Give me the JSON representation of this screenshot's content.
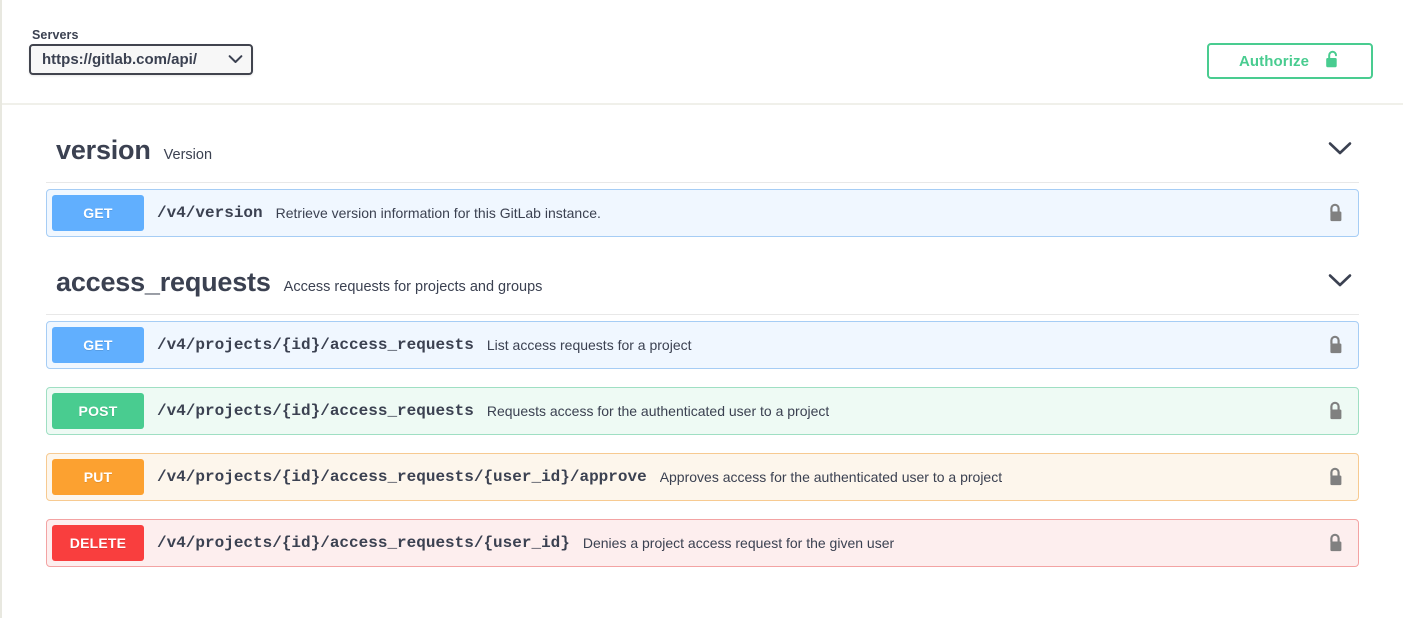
{
  "header": {
    "servers_label": "Servers",
    "server_value": "https://gitlab.com/api/",
    "authorize_label": "Authorize"
  },
  "sections": [
    {
      "name": "version",
      "description": "Version",
      "operations": [
        {
          "method": "GET",
          "path": "/v4/version",
          "summary": "Retrieve version information for this GitLab instance.",
          "method_color": "#61affe",
          "row_background": "#f0f7ff",
          "row_border": "#a6cdf5"
        }
      ]
    },
    {
      "name": "access_requests",
      "description": "Access requests for projects and groups",
      "operations": [
        {
          "method": "GET",
          "path": "/v4/projects/{id}/access_requests",
          "summary": "List access requests for a project",
          "method_color": "#61affe",
          "row_background": "#f0f7ff",
          "row_border": "#a6cdf5"
        },
        {
          "method": "POST",
          "path": "/v4/projects/{id}/access_requests",
          "summary": "Requests access for the authenticated user to a project",
          "method_color": "#49cc90",
          "row_background": "#eefaf4",
          "row_border": "#9fdfc3"
        },
        {
          "method": "PUT",
          "path": "/v4/projects/{id}/access_requests/{user_id}/approve",
          "summary": "Approves access for the authenticated user to a project",
          "method_color": "#fca130",
          "row_background": "#fdf6ec",
          "row_border": "#f7ca91"
        },
        {
          "method": "DELETE",
          "path": "/v4/projects/{id}/access_requests/{user_id}",
          "summary": "Denies a project access request for the given user",
          "method_color": "#f93e3e",
          "row_background": "#fdeeee",
          "row_border": "#f3a3a3"
        }
      ]
    }
  ],
  "icons": {
    "server_chevron": "chevron-down-icon",
    "authorize_lock": "unlocked-padlock-icon",
    "section_toggle": "chevron-down-icon",
    "operation_lock": "unlocked-padlock-icon"
  },
  "colors": {
    "authorize_green": "#49cc90",
    "lock_grey": "#808080",
    "text_primary": "#3b4151"
  }
}
